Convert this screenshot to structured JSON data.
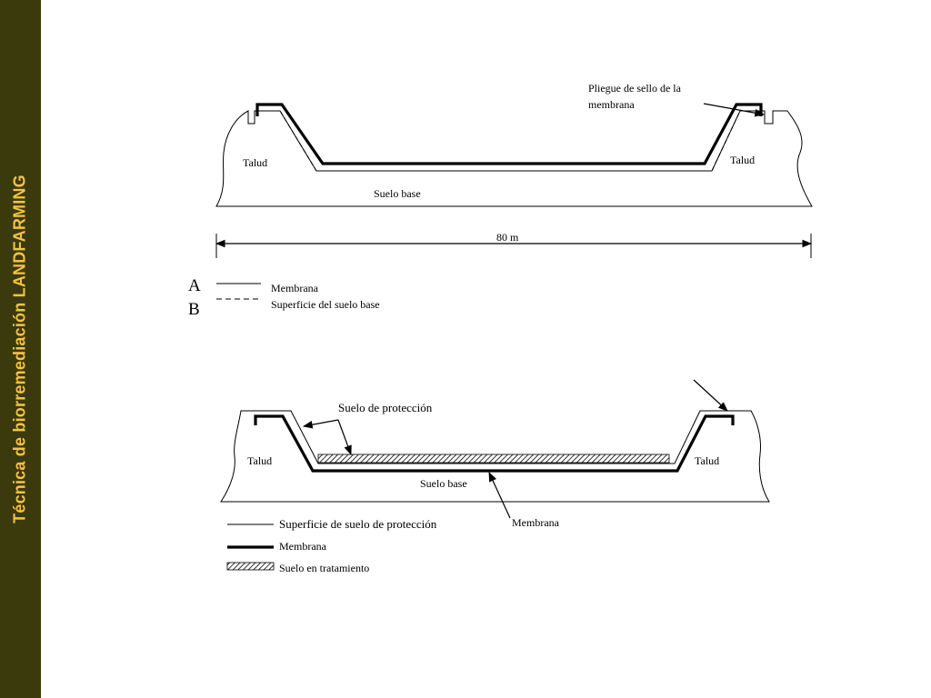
{
  "sidebar": {
    "title": "Técnica de biorremediación  LANDFARMING",
    "bg_color": "#3a3a0c",
    "text_color": "#f5c242"
  },
  "diagram_top": {
    "label_fold_line1": "Pliegue de sello de la",
    "label_fold_line2": "membrana",
    "label_talud_left": "Talud",
    "label_talud_right": "Talud",
    "label_base_soil": "Suelo base",
    "dimension_label": "80 m"
  },
  "legend_top": {
    "letter_a": "A",
    "letter_b": "B",
    "item_membrane": "Membrana",
    "item_base_surface": "Superficie del suelo base"
  },
  "diagram_bottom": {
    "label_protection_soil": "Suelo de protección",
    "label_talud_left": "Talud",
    "label_talud_right": "Talud",
    "label_base_soil": "Suelo base",
    "label_membrane": "Membrana"
  },
  "legend_bottom": {
    "item_protection_surface": "Superficie de suelo de protección",
    "item_membrane": "Membrana",
    "item_treatment_soil": "Suelo en tratamiento"
  }
}
